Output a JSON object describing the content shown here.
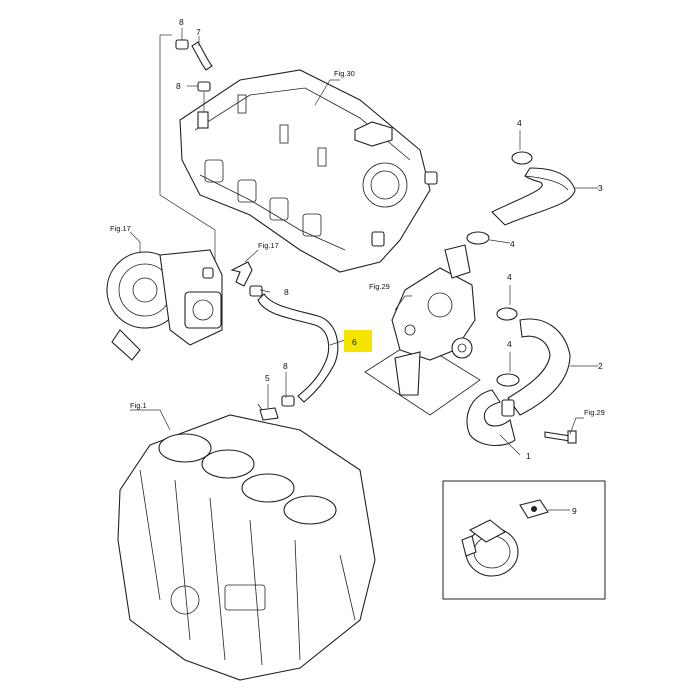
{
  "labels": {
    "p1": "1",
    "p2": "2",
    "p3": "3",
    "p4a": "4",
    "p4b": "4",
    "p4c": "4",
    "p4d": "4",
    "p5": "5",
    "p6": "6",
    "p7": "7",
    "p8a": "8",
    "p8b": "8",
    "p8c": "8",
    "p8d": "8",
    "p9": "9"
  },
  "figrefs": {
    "fig30": "Fig.30",
    "fig17a": "Fig.17",
    "fig17b": "Fig.17",
    "fig29a": "Fig.29",
    "fig29b": "Fig.29",
    "fig1": "Fig.1"
  },
  "colors": {
    "highlight": "#f5e400",
    "line": "#222222"
  }
}
